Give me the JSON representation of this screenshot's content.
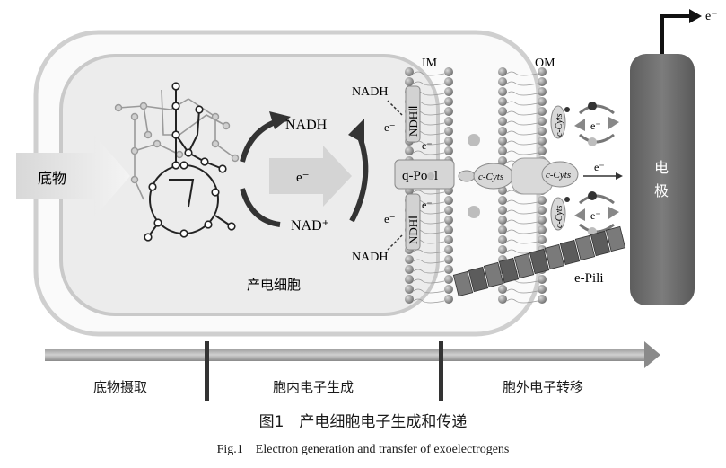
{
  "diagram": {
    "substrate": "底物",
    "cell": "产电细胞",
    "nadh_top": "NADH",
    "nad_plus": "NAD⁺",
    "electron": "e⁻",
    "ndh_upper": "NDHⅡ",
    "ndh_lower": "NDHⅠ",
    "nadh_left_top": "NADH",
    "nadh_left_bottom": "NADH",
    "qpool": "q-Pool",
    "cyts": "c-Cyts",
    "im": "IM",
    "om": "OM",
    "epili": "e-Pili",
    "electrode_1": "电",
    "electrode_2": "极"
  },
  "stages": [
    "底物摄取",
    "胞内电子生成",
    "胞外电子转移"
  ],
  "caption": {
    "cn": "图1　产电细胞电子生成和传递",
    "en": "Fig.1　Electron generation and transfer of exoelectrogens"
  },
  "colors": {
    "membrane_bead": "#7a7a7a",
    "cell_fill": "#efefef",
    "electrode": "#6b6b6b"
  }
}
